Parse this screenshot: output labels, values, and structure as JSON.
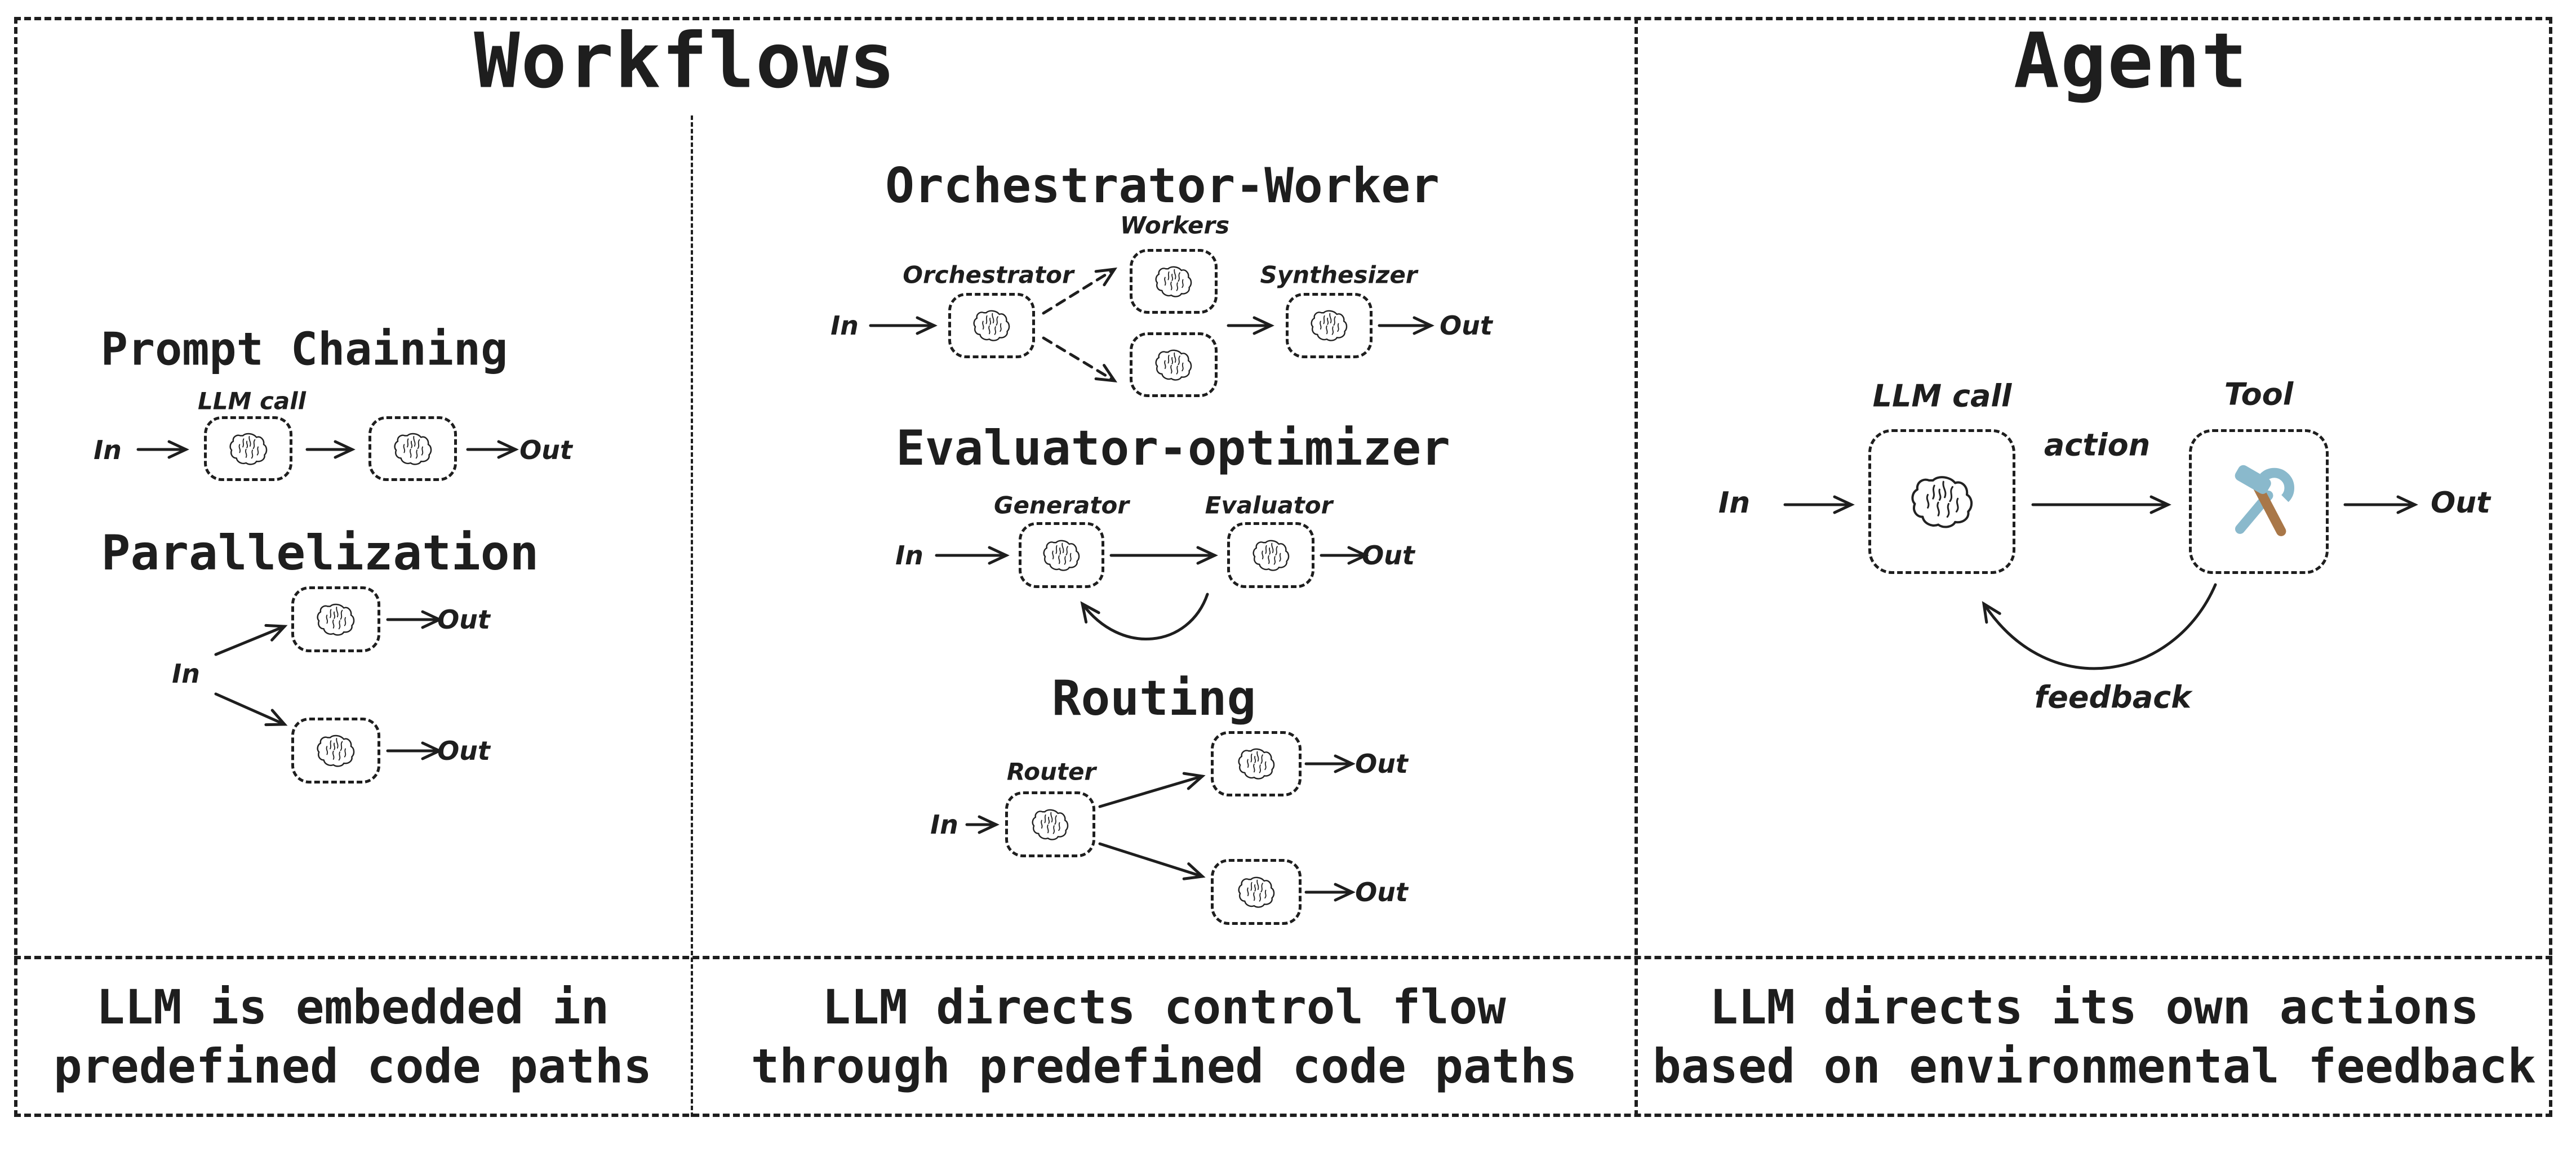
{
  "workflows": {
    "title": "Workflows",
    "prompt_chaining": {
      "title": "Prompt Chaining",
      "llm_call": "LLM call",
      "in": "In",
      "out": "Out"
    },
    "parallelization": {
      "title": "Parallelization",
      "in": "In",
      "out_top": "Out",
      "out_bottom": "Out"
    },
    "orchestrator_worker": {
      "title": "Orchestrator-Worker",
      "workers": "Workers",
      "orchestrator": "Orchestrator",
      "synthesizer": "Synthesizer",
      "in": "In",
      "out": "Out"
    },
    "evaluator_optimizer": {
      "title": "Evaluator-optimizer",
      "generator": "Generator",
      "evaluator": "Evaluator",
      "in": "In",
      "out": "Out"
    },
    "routing": {
      "title": "Routing",
      "router": "Router",
      "in": "In",
      "out_top": "Out",
      "out_bottom": "Out"
    }
  },
  "agent": {
    "title": "Agent",
    "llm_call": "LLM call",
    "tool": "Tool",
    "action": "action",
    "feedback": "feedback",
    "in": "In",
    "out": "Out"
  },
  "captions": {
    "workflows_left": {
      "line1": "LLM is embedded in",
      "line2": "predefined code paths"
    },
    "workflows_middle": {
      "line1": "LLM directs control flow",
      "line2": "through predefined code paths"
    },
    "agent": {
      "line1": "LLM directs its own actions",
      "line2": "based on environmental feedback"
    }
  },
  "icons": {
    "brain": "brain-doodle",
    "tools": "hammer-and-wrench"
  },
  "colors": {
    "ink": "#1e1e1e",
    "background": "#ffffff",
    "wrench_blue": "#8ab9cc",
    "hammer_brown": "#a97748"
  }
}
